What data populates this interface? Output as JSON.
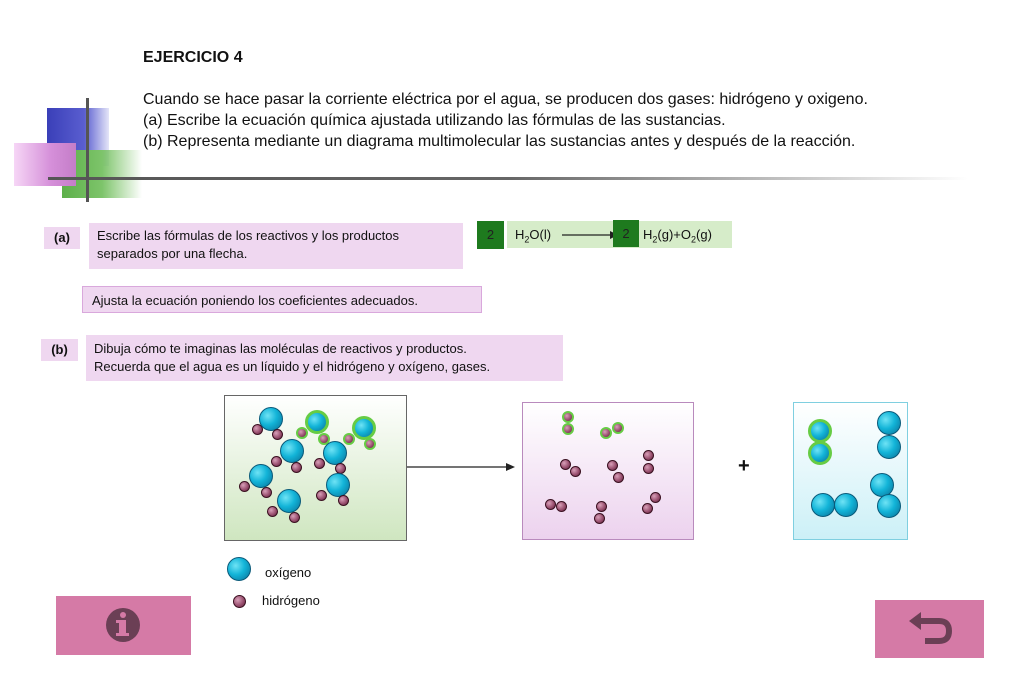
{
  "exercise": {
    "title": "EJERCICIO 4",
    "lines": [
      "Cuando se hace pasar la corriente eléctrica por el agua, se producen dos gases: hidrógeno y oxigeno.",
      "(a) Escribe la ecuación química ajustada utilizando las fórmulas de las sustancias.",
      "(b) Representa mediante un diagrama multimolecular las sustancias antes y después de la reacción."
    ]
  },
  "part_a": {
    "tag": "(a)",
    "instruction": "Escribe las fórmulas de los reactivos y los productos separados por una flecha.",
    "adjust_instruction": "Ajusta la ecuación poniendo los coeficientes adecuados.",
    "equation": {
      "coef_reactant": "2",
      "reactant": {
        "main": "H",
        "sub": "2",
        "rest": "O(l)"
      },
      "coef_product": "2",
      "product": {
        "p1": "H",
        "s1": "2",
        "p2": "(g)+O",
        "s2": "2",
        "p3": "(g)"
      }
    }
  },
  "part_b": {
    "tag": "(b)",
    "instruction_line1": "Dibuja cómo te imaginas las moléculas de reactivos y productos.",
    "instruction_line2": "Recuerda que el agua es un líquido y el hidrógeno y oxígeno, gases.",
    "plus": "+"
  },
  "legend": {
    "oxygen": "oxígeno",
    "hydrogen": "hidrógeno"
  },
  "colors": {
    "panel_reactants": "#d4e8c8",
    "panel_hydrogen": "#efd7f0",
    "panel_oxygen": "#d6f3f8",
    "nav_button": "#d57aa6"
  },
  "icons": {
    "info_button": "info-icon",
    "back_button": "return-arrow-icon"
  }
}
